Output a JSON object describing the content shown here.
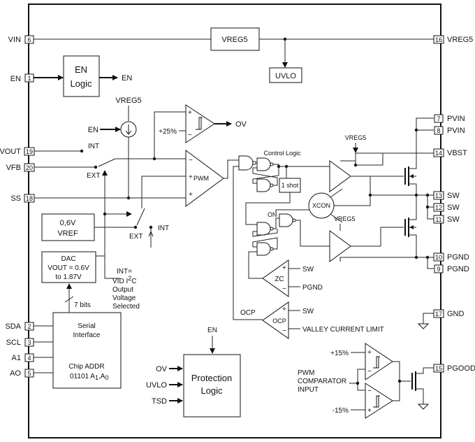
{
  "pins": {
    "vin": {
      "label": "VIN",
      "num": "6"
    },
    "en": {
      "label": "EN",
      "num": "1"
    },
    "vout": {
      "label": "VOUT",
      "num": "19"
    },
    "vfb": {
      "label": "VFB",
      "num": "20"
    },
    "ss": {
      "label": "SS",
      "num": "18"
    },
    "sda": {
      "label": "SDA",
      "num": "2"
    },
    "scl": {
      "label": "SCL",
      "num": "3"
    },
    "a1": {
      "label": "A1",
      "num": "4"
    },
    "ao": {
      "label": "AO",
      "num": "5"
    },
    "vreg5": {
      "label": "VREG5",
      "num": "16"
    },
    "pvin1": {
      "label": "PVIN",
      "num": "7"
    },
    "pvin2": {
      "label": "PVIN",
      "num": "8"
    },
    "vbst": {
      "label": "VBST",
      "num": "14"
    },
    "sw1": {
      "label": "SW",
      "num": "13"
    },
    "sw2": {
      "label": "SW",
      "num": "12"
    },
    "sw3": {
      "label": "SW",
      "num": "11"
    },
    "pgnd1": {
      "label": "PGND",
      "num": "10"
    },
    "pgnd2": {
      "label": "PGND",
      "num": "9"
    },
    "gnd": {
      "label": "GND",
      "num": "17"
    },
    "pgood": {
      "label": "PGOOD",
      "num": "15"
    }
  },
  "blocks": {
    "vreg5": "VREG5",
    "uvlo": "UVLO",
    "en_logic_1": "EN",
    "en_logic_2": "Logic",
    "vref_1": "0,6V",
    "vref_2": "VREF",
    "dac_1": "DAC",
    "dac_2": "VOUT = 0.6V",
    "dac_3": "to 1.87V",
    "serial_1": "Serial",
    "serial_2": "Interface",
    "chip_addr_1": "Chip ADDR",
    "chip_addr_2": "01101 A",
    "chip_addr_sub1": "1",
    "chip_addr_sep": ",A",
    "chip_addr_sub0": "0",
    "protection_1": "Protection",
    "protection_2": "Logic",
    "one_shot": "1 shot",
    "xcon": "XCON",
    "zc": "ZC",
    "ocp": "OCP",
    "control_logic": "Control Logic"
  },
  "labels": {
    "en_out": "EN",
    "vreg5_src": "VREG5",
    "en_cs": "EN",
    "plus25": "+25%",
    "ov_out": "OV",
    "int_top": "INT",
    "ext_top": "EXT",
    "pwm": "PWM",
    "int_mid": "INT",
    "ext_mid": "EXT",
    "int_note_1": "INT=",
    "int_note_2a": "VID I",
    "int_note_2sup": "2",
    "int_note_2b": "C",
    "int_note_3": "Output",
    "int_note_4": "Voltage",
    "int_note_5": "Selected",
    "bits": "7 bits",
    "vreg5_hs": "VREG5",
    "vreg5_ls": "VREG5",
    "on": "ON",
    "zc_sw": "SW",
    "zc_pgnd": "PGND",
    "ocp_sw": "SW",
    "ocp_left": "OCP",
    "valley": "VALLEY CURRENT LIMIT",
    "en_prot": "EN",
    "prot_ov": "OV",
    "prot_uvlo": "UVLO",
    "prot_tsd": "TSD",
    "plus15": "+15%",
    "minus15": "-15%",
    "pwm_cmp_1": "PWM",
    "pwm_cmp_2": "COMPARATOR",
    "pwm_cmp_3": "INPUT",
    "plus": "+",
    "minus": "−"
  }
}
